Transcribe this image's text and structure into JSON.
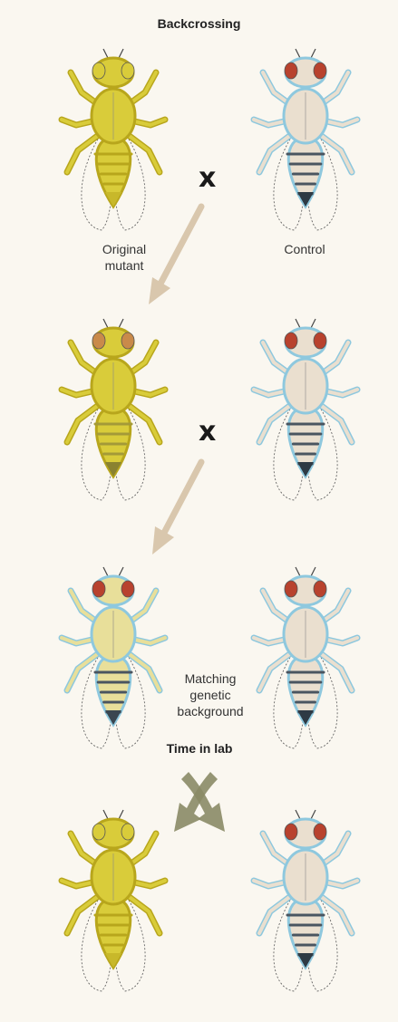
{
  "title": "Backcrossing",
  "cross_symbol": "x",
  "labels": {
    "original_mutant": "Original mutant",
    "control": "Control",
    "matching_background": "Matching genetic background",
    "time_in_lab": "Time in lab"
  },
  "colors": {
    "mutant_body": "#d9cc3a",
    "mutant_outline": "#b8a61c",
    "control_body": "#eadfcf",
    "control_outline": "#8ec8de",
    "eye_red": "#b8422e",
    "arrow_tan": "#d9c7ad",
    "arrow_olive": "#8a8a66",
    "background": "#faf7f0"
  },
  "flies": [
    {
      "id": "row1-mutant",
      "name": "original-mutant-fly",
      "variant": "mutant"
    },
    {
      "id": "row1-control",
      "name": "control-fly",
      "variant": "control"
    },
    {
      "id": "row2-hybrid",
      "name": "backcross-offspring-fly",
      "variant": "hybrid"
    },
    {
      "id": "row2-control",
      "name": "second-control-fly",
      "variant": "control"
    },
    {
      "id": "row3-backcrossed",
      "name": "backcrossed-mutant-fly",
      "variant": "backcrossed"
    },
    {
      "id": "row3-control",
      "name": "matched-control-fly",
      "variant": "control"
    },
    {
      "id": "row4-mutant",
      "name": "lab-evolved-mutant-fly",
      "variant": "mutant"
    },
    {
      "id": "row4-control",
      "name": "lab-evolved-control-fly",
      "variant": "control"
    }
  ]
}
